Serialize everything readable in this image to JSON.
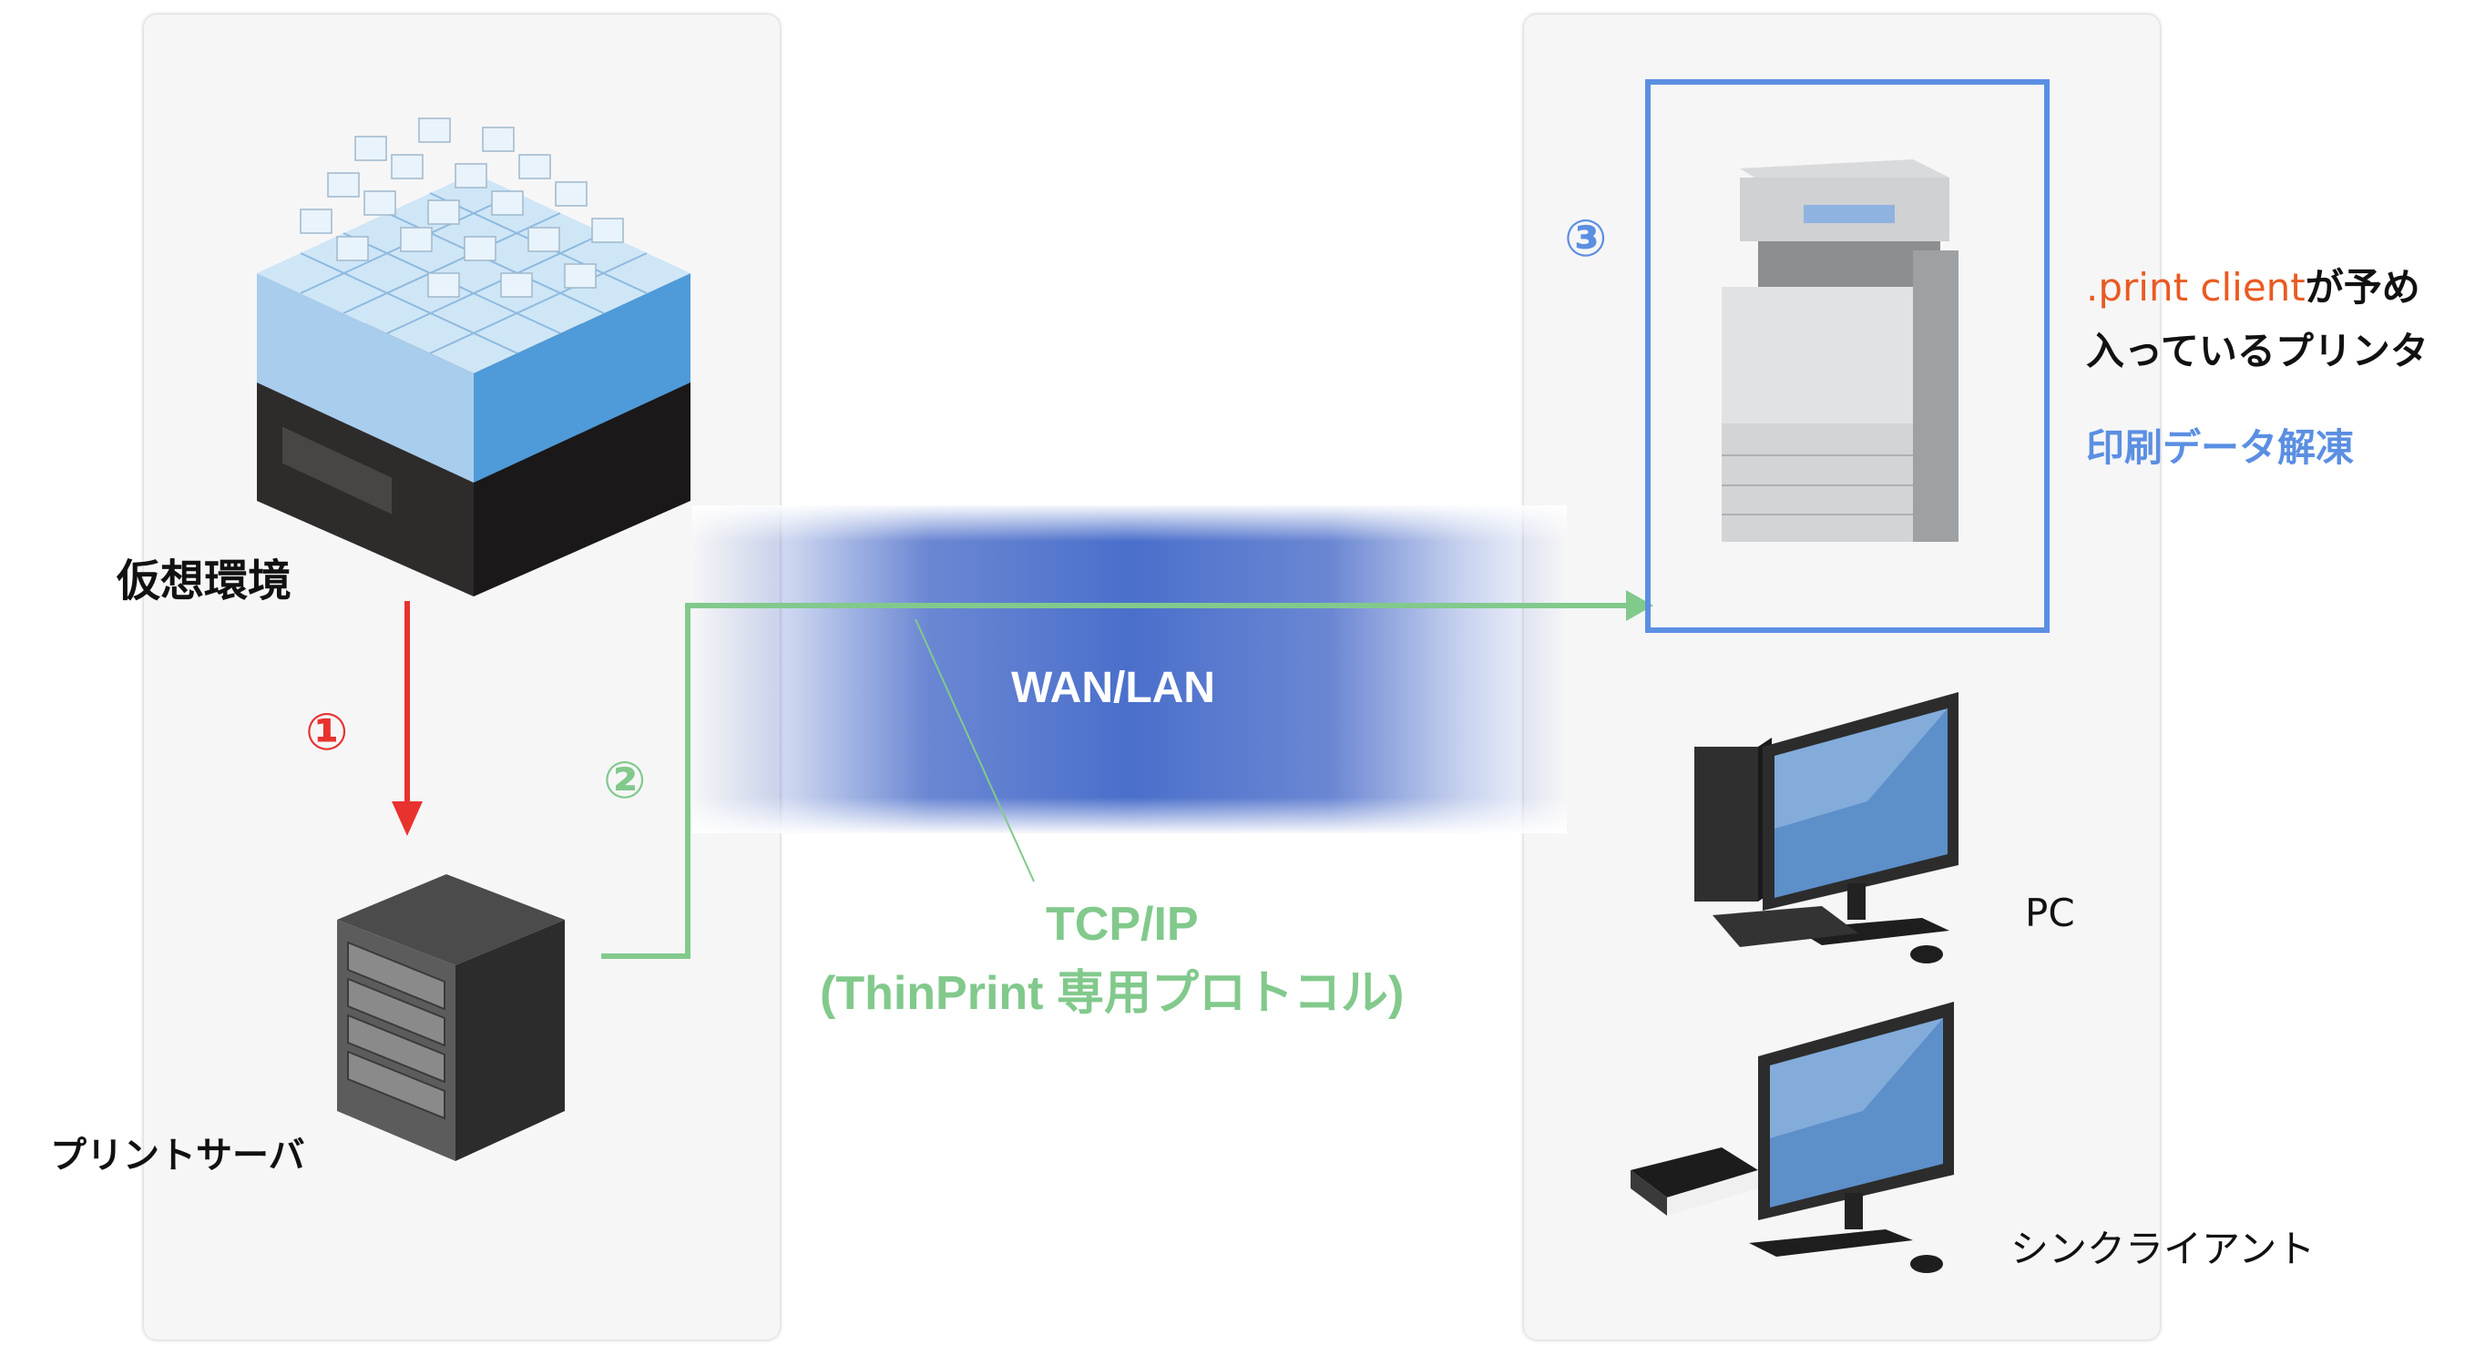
{
  "left_panel": {
    "virtual_env_label": "仮想環境",
    "print_server_label": "プリントサーバ"
  },
  "center": {
    "network_label": "WAN/LAN",
    "protocol_line1": "TCP/IP",
    "protocol_line2": "(ThinPrint 専用プロトコル)"
  },
  "steps": {
    "step1": "①",
    "step2": "②",
    "step3": "③"
  },
  "right_panel": {
    "printer_note_highlight": ".print client",
    "printer_note_rest": "が予め",
    "printer_note_line2": "入っているプリンタ",
    "printer_function": "印刷データ解凍",
    "pc_label": "PC",
    "thin_client_label": "シンクライアント"
  },
  "colors": {
    "step1_red": "#e8322e",
    "step2_green": "#82c98c",
    "step3_blue": "#5b8fe2",
    "network_blue": "#4a6fcb",
    "highlight_orange": "#ea5a22"
  },
  "icons": {
    "virtual_env": "virtualization-server-icon",
    "print_server": "rack-server-icon",
    "printer": "multifunction-printer-icon",
    "pc": "desktop-pc-icon",
    "thin_client": "thin-client-icon"
  }
}
